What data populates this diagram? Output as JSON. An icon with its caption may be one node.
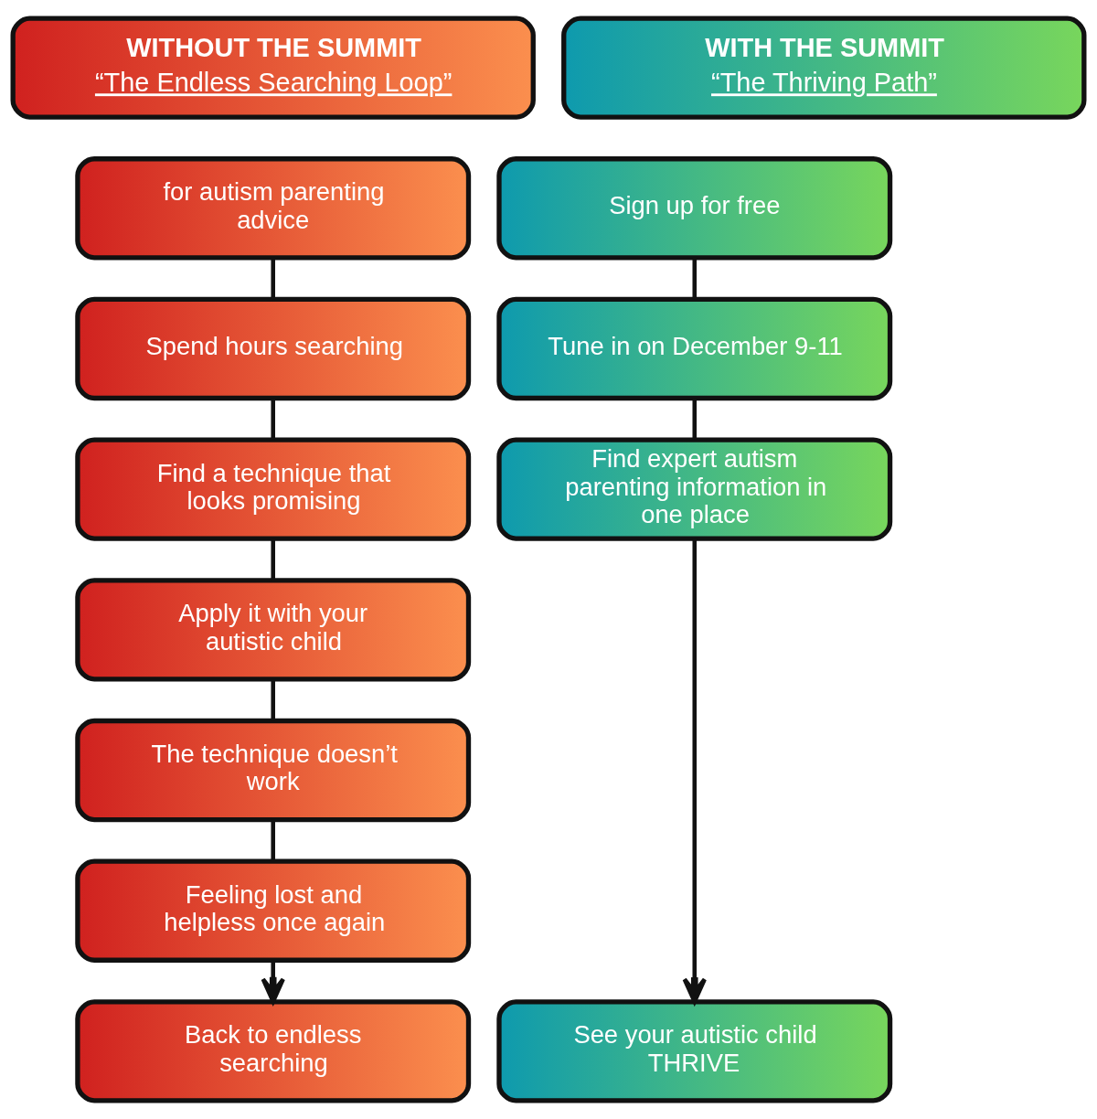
{
  "diagram": {
    "nodes": [
      {
        "text": [
          "WITHOUT THE SUMMIT",
          "“The Endless Searching Loop”"
        ]
      },
      {
        "text": [
          "for autism parenting advice"
        ]
      },
      {
        "text": [
          "Spend hours searching"
        ]
      },
      {
        "text": [
          "Find a technique that looks promising"
        ]
      },
      {
        "text": [
          "Apply it with your autistic child"
        ]
      },
      {
        "text": [
          "The technique doesn’t work"
        ]
      },
      {
        "text": [
          "Feeling lost and helpless once again"
        ]
      },
      {
        "text": [
          "Back to endless searching"
        ]
      },
      {
        "text": [
          "WITH THE SUMMIT",
          "“The Thriving Path”"
        ]
      },
      {
        "text": [
          "Sign up for free"
        ]
      },
      {
        "text": [
          "Tune in on December 9-11"
        ]
      },
      {
        "text": [
          "Find expert autism parenting information in one place"
        ]
      },
      {
        "text": [
          "See your autistic child THRIVE"
        ]
      }
    ],
    "edges": [
      {
        "from": 1,
        "to": 2,
        "arrow": "none"
      },
      {
        "from": 2,
        "to": 3,
        "arrow": "none"
      },
      {
        "from": 3,
        "to": 4,
        "arrow": "none"
      },
      {
        "from": 4,
        "to": 5,
        "arrow": "none"
      },
      {
        "from": 5,
        "to": 6,
        "arrow": "none"
      },
      {
        "from": 6,
        "to": 7,
        "arrow": "to"
      },
      {
        "from": 9,
        "to": 10,
        "arrow": "none"
      },
      {
        "from": 10,
        "to": 11,
        "arrow": "none"
      },
      {
        "from": 11,
        "to": 12,
        "arrow": "to"
      }
    ]
  }
}
